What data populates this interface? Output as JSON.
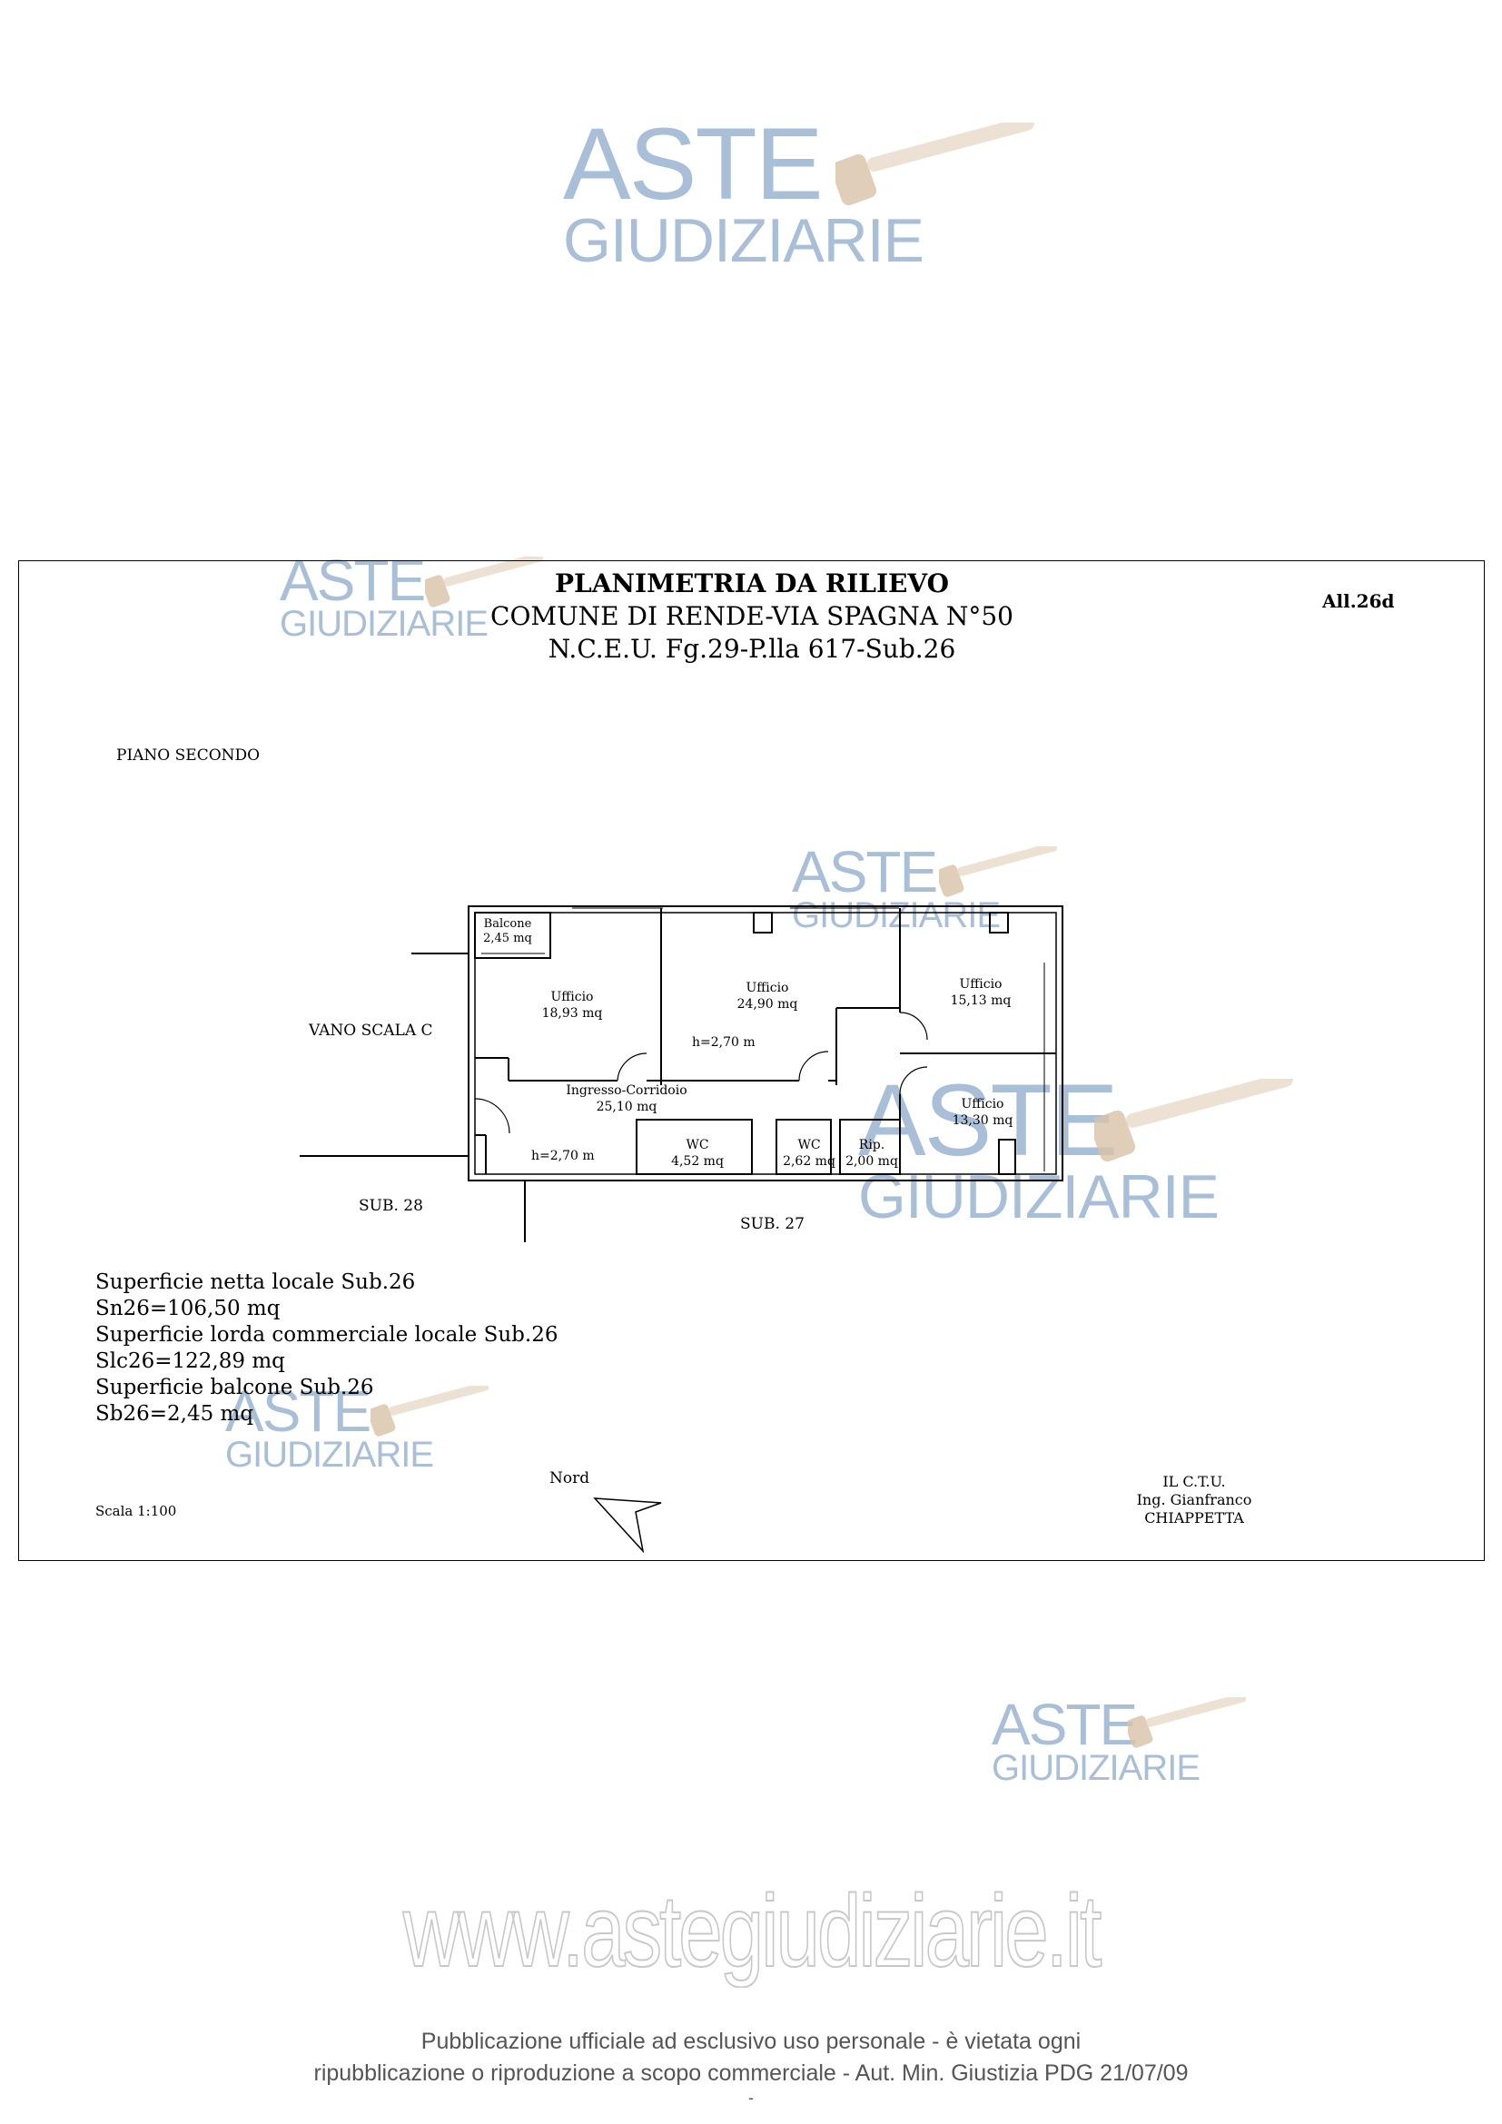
{
  "watermark": {
    "line1": "ASTE",
    "line2": "GIUDIZIARIE"
  },
  "header": {
    "title": "PLANIMETRIA DA RILIEVO",
    "subtitle": "COMUNE DI RENDE-VIA SPAGNA N°50",
    "cadastral": "N.C.E.U. Fg.29-P.lla 617-Sub.26",
    "attachment": "All.26d"
  },
  "floor_label": "PIANO SECONDO",
  "labels": {
    "stair": "VANO SCALA C",
    "sub28": "SUB. 28",
    "sub27": "SUB. 27",
    "height1": "h=2,70 m",
    "height2": "h=2,70 m",
    "north": "Nord",
    "scale": "Scala 1:100"
  },
  "rooms": [
    {
      "name": "Balcone",
      "area": "2,45 mq"
    },
    {
      "name": "Ufficio",
      "area": "18,93 mq"
    },
    {
      "name": "Ufficio",
      "area": "24,90 mq"
    },
    {
      "name": "Ufficio",
      "area": "15,13 mq"
    },
    {
      "name": "Ingresso-Corridoio",
      "area": "25,10 mq"
    },
    {
      "name": "Ufficio",
      "area": "13,30 mq"
    },
    {
      "name": "WC",
      "area": "4,52 mq"
    },
    {
      "name": "WC",
      "area": "2,62 mq"
    },
    {
      "name": "Rip.",
      "area": "2,00 mq"
    }
  ],
  "summary": [
    "Superficie netta locale Sub.26",
    "Sn26=106,50 mq",
    "Superficie lorda commerciale locale Sub.26",
    "Slc26=122,89 mq",
    "Superficie balcone Sub.26",
    "Sb26=2,45 mq"
  ],
  "signature": {
    "role": "IL C.T.U.",
    "name": "Ing. Gianfranco CHIAPPETTA"
  },
  "site_url": "www.astegiudiziarie.it",
  "footer": {
    "line1": "Pubblicazione ufficiale ad esclusivo uso personale - è vietata ogni",
    "line2": "ripubblicazione o riproduzione a scopo commerciale - Aut. Min. Giustizia PDG 21/07/09",
    "line3": "-"
  }
}
